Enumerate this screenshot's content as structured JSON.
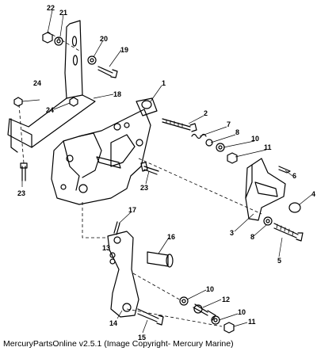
{
  "callouts": [
    "1",
    "2",
    "3",
    "4",
    "5",
    "6",
    "7",
    "8",
    "8",
    "10",
    "10",
    "10",
    "11",
    "11",
    "12",
    "13",
    "14",
    "15",
    "16",
    "17",
    "18",
    "19",
    "20",
    "21",
    "22",
    "23",
    "23",
    "24",
    "24"
  ],
  "caption": "MercuryPartsOnline v2.5.1 (Image Copyright- Mercury Marine)"
}
